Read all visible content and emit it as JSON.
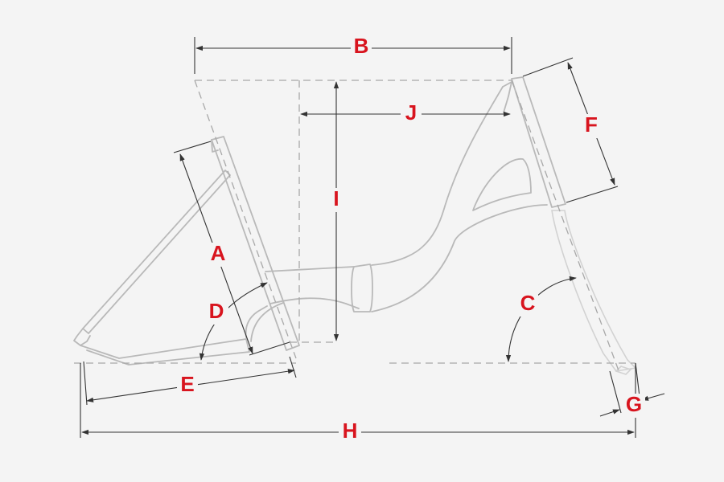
{
  "dimensions": [
    {
      "id": "A",
      "label": "A"
    },
    {
      "id": "B",
      "label": "B"
    },
    {
      "id": "C",
      "label": "C"
    },
    {
      "id": "D",
      "label": "D"
    },
    {
      "id": "E",
      "label": "E"
    },
    {
      "id": "F",
      "label": "F"
    },
    {
      "id": "G",
      "label": "G"
    },
    {
      "id": "H",
      "label": "H"
    },
    {
      "id": "I",
      "label": "I"
    },
    {
      "id": "J",
      "label": "J"
    }
  ],
  "colors": {
    "background": "#f4f4f4",
    "frame_outline": "#b9b9b9",
    "dimension_line": "#333333",
    "label": "#d8141e"
  }
}
